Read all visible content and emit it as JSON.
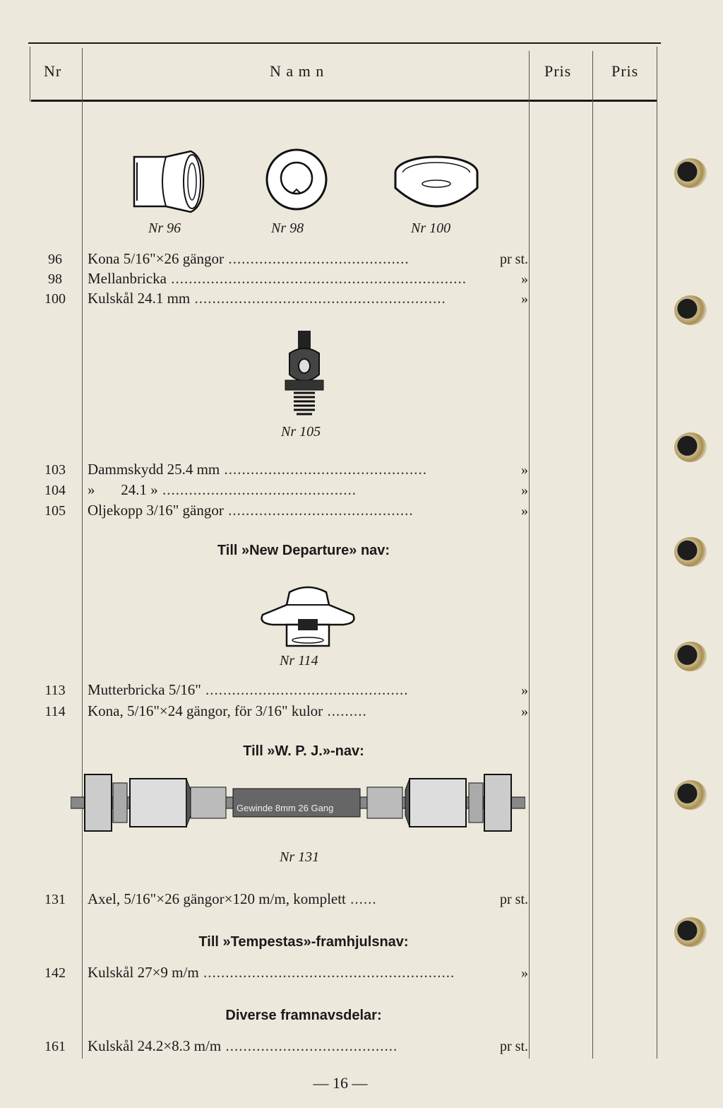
{
  "header": {
    "col_nr": "Nr",
    "col_namn": "N a m n",
    "col_pris1": "Pris",
    "col_pris2": "Pris"
  },
  "figures": {
    "f96": "Nr 96",
    "f98": "Nr 98",
    "f100": "Nr 100",
    "f105": "Nr 105",
    "f114": "Nr 114",
    "f131": "Nr 131",
    "axle_label": "Gewinde 8mm 26 Gang"
  },
  "sections": {
    "new_departure": "Till »New Departure» nav:",
    "wpj": "Till »W. P. J.»-nav:",
    "tempestas": "Till »Tempestas»-framhjulsnav:",
    "diverse": "Diverse framnavsdelar:"
  },
  "rows": [
    {
      "nr": "96",
      "name": "Kona 5/16\"×26 gängor",
      "unit": "pr st."
    },
    {
      "nr": "98",
      "name": "Mellanbricka",
      "unit": "»"
    },
    {
      "nr": "100",
      "name": "Kulskål 24.1 mm",
      "unit": "»"
    },
    {
      "nr": "103",
      "name": "Dammskydd 25.4 mm",
      "unit": "»"
    },
    {
      "nr": "104",
      "name": "»       24.1 »",
      "unit": "»"
    },
    {
      "nr": "105",
      "name": "Oljekopp 3/16\" gängor",
      "unit": "»"
    },
    {
      "nr": "113",
      "name": "Mutterbricka 5/16\"",
      "unit": "»"
    },
    {
      "nr": "114",
      "name": "Kona, 5/16\"×24 gängor, för 3/16\" kulor",
      "unit": "»"
    },
    {
      "nr": "131",
      "name": "Axel, 5/16\"×26 gängor×120 m/m, komplett",
      "unit": "pr st."
    },
    {
      "nr": "142",
      "name": "Kulskål 27×9 m/m",
      "unit": "»"
    },
    {
      "nr": "161",
      "name": "Kulskål 24.2×8.3 m/m",
      "unit": "pr st."
    }
  ],
  "page_number": "— 16 —"
}
